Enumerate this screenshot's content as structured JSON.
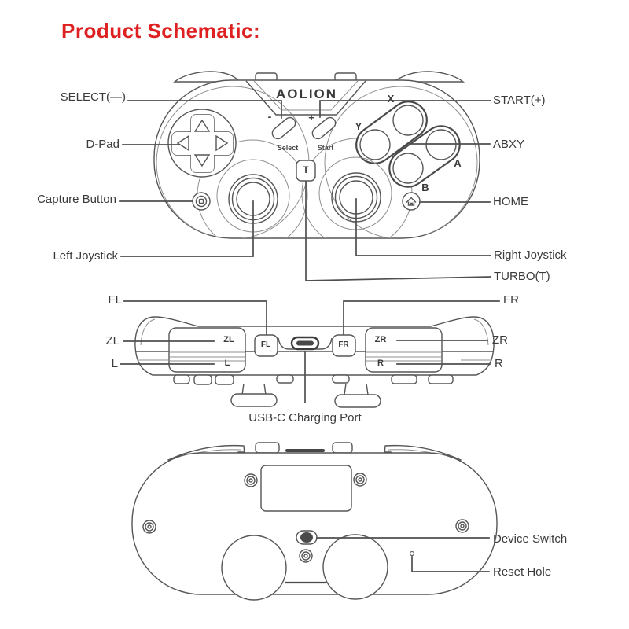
{
  "title": "Product Schematic:",
  "colors": {
    "title_red": "#de2020",
    "line_gray": "#565656",
    "label_gray": "#3b3b3b",
    "fill": "#ffffff",
    "dark_detail": "#474747"
  },
  "front_view": {
    "logo": "AOLION",
    "callouts": {
      "select": "SELECT(—)",
      "dpad": "D-Pad",
      "capture": "Capture Button",
      "left_joystick": "Left Joystick",
      "start": "START(+)",
      "abxy": "ABXY",
      "home": "HOME",
      "right_joystick": "Right Joystick",
      "turbo": "TURBO(T)"
    },
    "marks": {
      "minus": "-",
      "plus": "+",
      "select": "Select",
      "start": "Start",
      "turbo": "T",
      "x": "X",
      "y": "Y",
      "a": "A",
      "b": "B"
    }
  },
  "top_view": {
    "callouts": {
      "fl": "FL",
      "fr": "FR",
      "zl": "ZL",
      "zr": "ZR",
      "l": "L",
      "r": "R",
      "usb": "USB-C Charging Port"
    },
    "marks": {
      "zl": "ZL",
      "l": "L",
      "zr": "ZR",
      "r": "R",
      "fl": "FL",
      "fr": "FR"
    }
  },
  "back_view": {
    "callouts": {
      "device_switch": "Device Switch",
      "reset_hole": "Reset Hole"
    }
  }
}
